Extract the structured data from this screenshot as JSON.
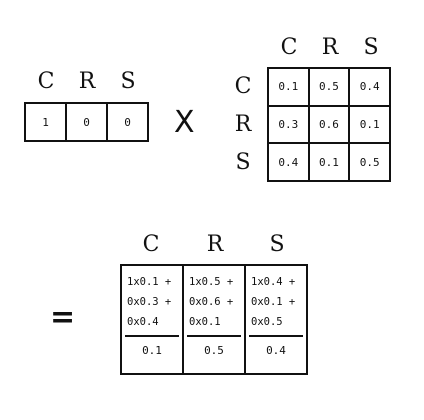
{
  "vector": {
    "headers": [
      "C",
      "R",
      "S"
    ],
    "values": [
      "1",
      "0",
      "0"
    ]
  },
  "times_symbol": "X",
  "matrix": {
    "col_headers": [
      "C",
      "R",
      "S"
    ],
    "row_headers": [
      "C",
      "R",
      "S"
    ],
    "rows": [
      [
        "0.1",
        "0.5",
        "0.4"
      ],
      [
        "0.3",
        "0.6",
        "0.1"
      ],
      [
        "0.4",
        "0.1",
        "0.5"
      ]
    ]
  },
  "equals_symbol": "=",
  "result": {
    "headers": [
      "C",
      "R",
      "S"
    ],
    "columns": [
      {
        "lines": [
          "1x0.1 +",
          "0x0.3 +",
          "0x0.4"
        ],
        "value": "0.1"
      },
      {
        "lines": [
          "1x0.5 +",
          "0x0.6 +",
          "0x0.1"
        ],
        "value": "0.5"
      },
      {
        "lines": [
          "1x0.4 +",
          "0x0.1 +",
          "0x0.5"
        ],
        "value": "0.4"
      }
    ]
  }
}
